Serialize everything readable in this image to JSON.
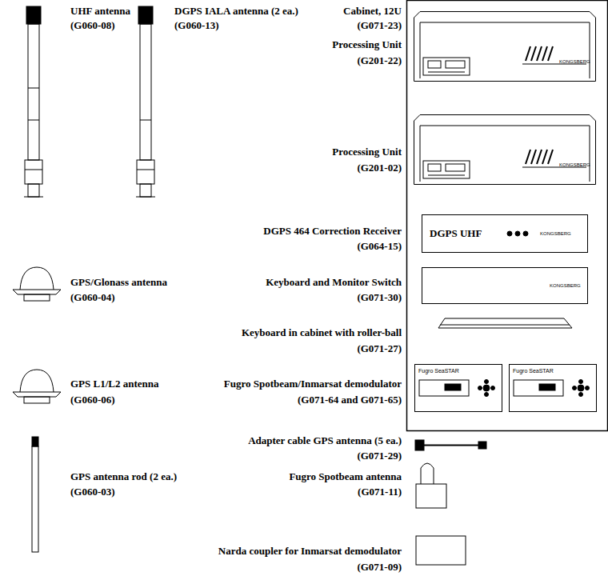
{
  "diagram": {
    "nodes": [
      {
        "text": [
          "KONGSBERG"
        ]
      },
      {
        "text": [
          "KONGSBERG"
        ]
      },
      {
        "text": [
          "DGPS UHF",
          "KONGSBERG"
        ]
      },
      {
        "text": [
          "KONGSBERG"
        ]
      },
      {
        "text": [
          "Fugro SeaSTAR"
        ]
      },
      {
        "text": [
          "Fugro SeaSTAR"
        ]
      }
    ],
    "labels": [
      "UHF antenna",
      "(G060-08)",
      "DGPS IALA antenna (2 ea.)",
      "(G060-13)",
      "Cabinet, 12U",
      "(G071-23)",
      "Processing Unit",
      "(G201-22)",
      "Processing Unit",
      "(G201-02)",
      "DGPS 464 Correction Receiver",
      "(G064-15)",
      "GPS/Glonass antenna",
      "Keyboard and Monitor Switch",
      "(G060-04)",
      "(G071-30)",
      "Keyboard in cabinet with roller-ball",
      "(G071-27)",
      "GPS L1/L2 antenna",
      "Fugro Spotbeam/Inmarsat demodulator",
      "(G060-06)",
      "(G071-64 and G071-65)",
      "Adapter cable GPS antenna (5 ea.)",
      "(G071-29)",
      "GPS antenna rod (2 ea.)",
      "(G060-03)",
      "Fugro Spotbeam antenna",
      "(G071-11)",
      "Narda coupler for Inmarsat demodulator",
      "(G071-09)"
    ]
  }
}
